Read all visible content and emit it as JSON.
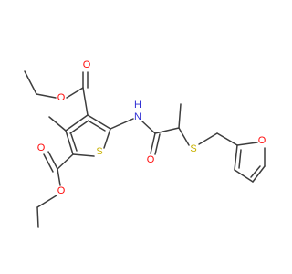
{
  "colors": {
    "bond": "#3d3d3d",
    "oxygen": "#ff0d0d",
    "sulfur": "#c9b200",
    "nitrogen": "#2f2fd4",
    "background": "#ffffff"
  },
  "atoms": {
    "o_ester1_carbonyl": "O",
    "o_ester1_ether": "O",
    "o_ester2_carbonyl": "O",
    "o_ester2_ether": "O",
    "s_thiophene": "S",
    "n_amide": "N",
    "h_amide": "H",
    "o_amide": "O",
    "s_thioether": "S",
    "o_furan": "O"
  }
}
